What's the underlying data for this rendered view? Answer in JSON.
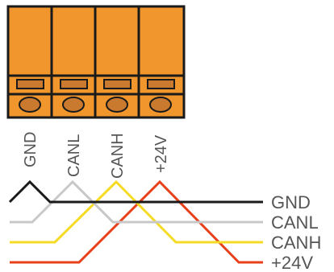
{
  "connector": {
    "body_color": "#F0962D",
    "outline_color": "#1a1a1a",
    "slot_color": "#C97A2E",
    "pin_labels": [
      "GND",
      "CANL",
      "CANH",
      "+24V"
    ]
  },
  "wires": [
    {
      "label": "GND",
      "color": "#1a1a1a"
    },
    {
      "label": "CANL",
      "color": "#C8C8C8"
    },
    {
      "label": "CANH",
      "color": "#F5DB25"
    },
    {
      "label": "+24V",
      "color": "#E8401A"
    }
  ],
  "label_color": "#555555"
}
